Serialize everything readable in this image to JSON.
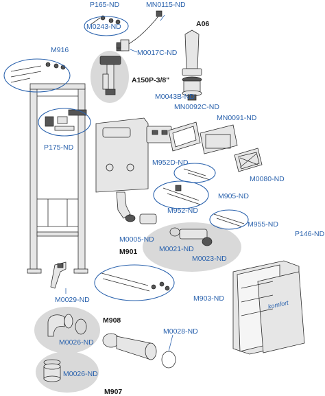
{
  "labels": {
    "p165": "P165-ND",
    "mn0115": "MN0115-ND",
    "m0243": "M0243-ND",
    "a06": "A06",
    "m0017c": "M0017C-ND",
    "m916": "M916",
    "a150p": "A150P-3/8\"",
    "m0043b": "M0043B-ND",
    "mn0092c": "MN0092C-ND",
    "mn0091": "MN0091-ND",
    "p175": "P175-ND",
    "m0080": "M0080-ND",
    "m952d": "M952D-ND",
    "m905": "M905-ND",
    "m952": "M952-ND",
    "m955": "M955-ND",
    "p146": "P146-ND",
    "m0005": "M0005-ND",
    "m901": "M901",
    "m0021": "M0021-ND",
    "m0023": "M0023-ND",
    "m0029": "M0029-ND",
    "m903": "M903-ND",
    "m908": "M908",
    "m0026a": "M0026-ND",
    "m0028": "M0028-ND",
    "m0026b": "M0026-ND",
    "m907": "M907"
  },
  "brand": {
    "komfort": "komfort"
  },
  "colors": {
    "label_blue": "#2a62ad",
    "group_shade": "#d9d9d9",
    "outline": "#2b2b2b"
  }
}
